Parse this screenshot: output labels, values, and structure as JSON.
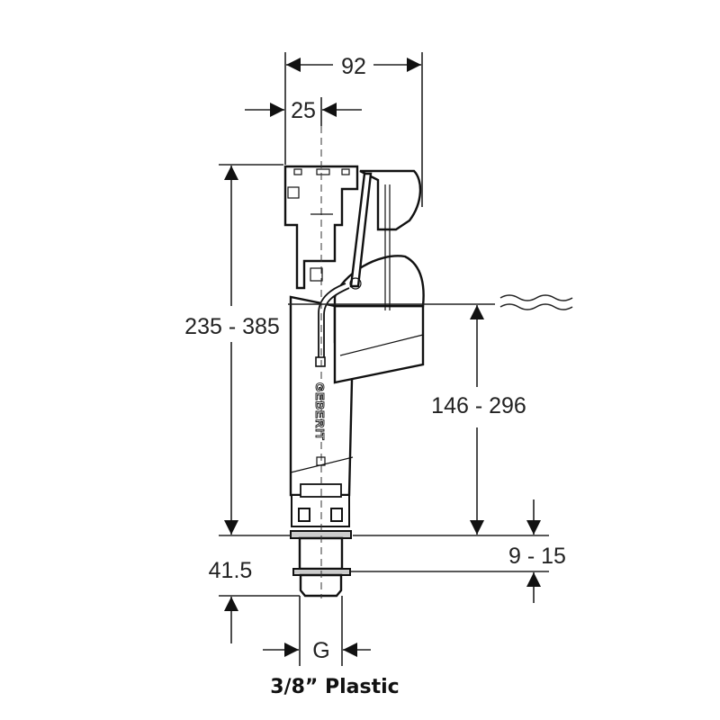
{
  "diagram": {
    "dimensions": {
      "overall_width": "92",
      "inlet_offset": "25",
      "height_range": "235 - 385",
      "water_level_range": "146 - 296",
      "thread_range": "9 - 15",
      "shank_length": "41.5",
      "thread_label": "G"
    },
    "logo_text": "GEBERIT",
    "caption": "3/8” Plastic"
  }
}
